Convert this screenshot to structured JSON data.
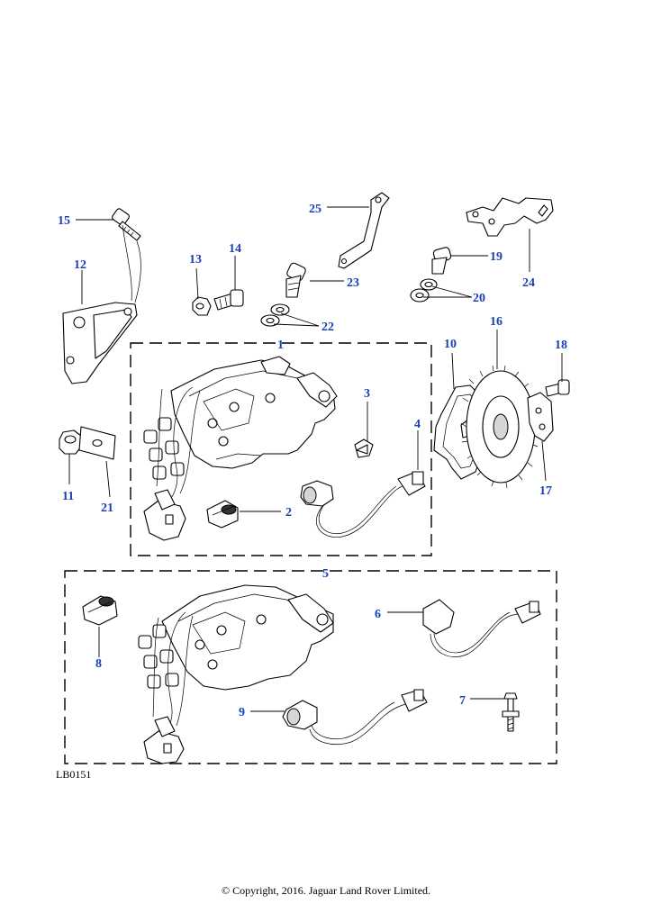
{
  "diagram": {
    "drawing_code": "LB0151",
    "copyright": "© Copyright, 2016. Jaguar Land Rover Limited.",
    "callouts": [
      "1",
      "2",
      "3",
      "4",
      "5",
      "6",
      "7",
      "8",
      "9",
      "10",
      "11",
      "12",
      "13",
      "14",
      "15",
      "16",
      "17",
      "18",
      "19",
      "20",
      "21",
      "22",
      "23",
      "24",
      "25"
    ],
    "colors": {
      "callout": "#1a3fb8",
      "line": "#000000",
      "background": "#ffffff"
    }
  }
}
